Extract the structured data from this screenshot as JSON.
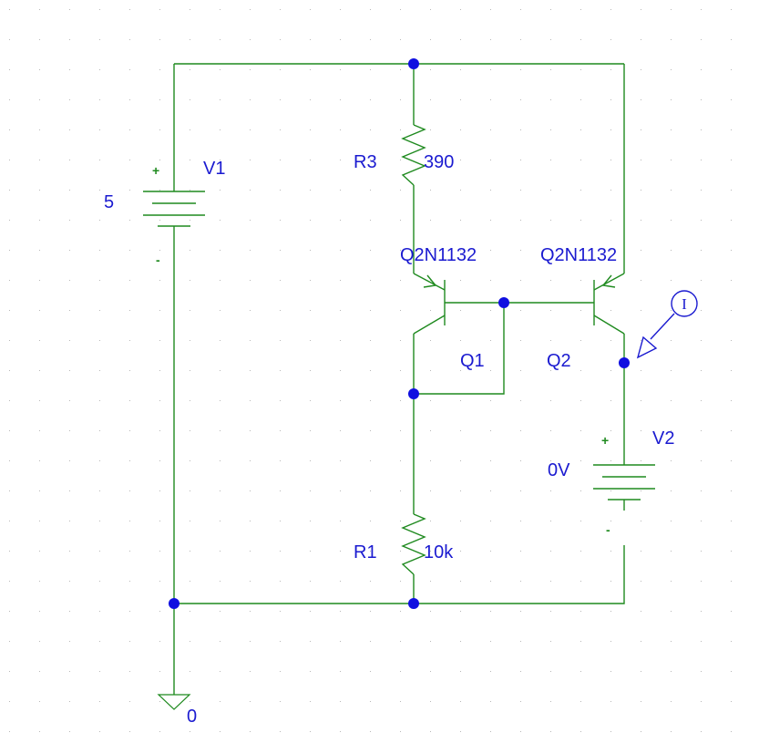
{
  "colors": {
    "wire": "#1f8a1f",
    "node": "#1010e0",
    "label": "#1a1ad0",
    "grid": "#b8b8b8"
  },
  "components": {
    "v1": {
      "name": "V1",
      "value": "5",
      "plus": "+",
      "minus": "-"
    },
    "v2": {
      "name": "V2",
      "value": "0V",
      "plus": "+",
      "minus": "-"
    },
    "r3": {
      "name": "R3",
      "value": "390"
    },
    "r1": {
      "name": "R1",
      "value": "10k"
    },
    "q1": {
      "name": "Q1",
      "model": "Q2N1132"
    },
    "q2": {
      "name": "Q2",
      "model": "Q2N1132"
    },
    "ground": {
      "label": "0"
    },
    "probe": {
      "symbol": "I"
    }
  }
}
